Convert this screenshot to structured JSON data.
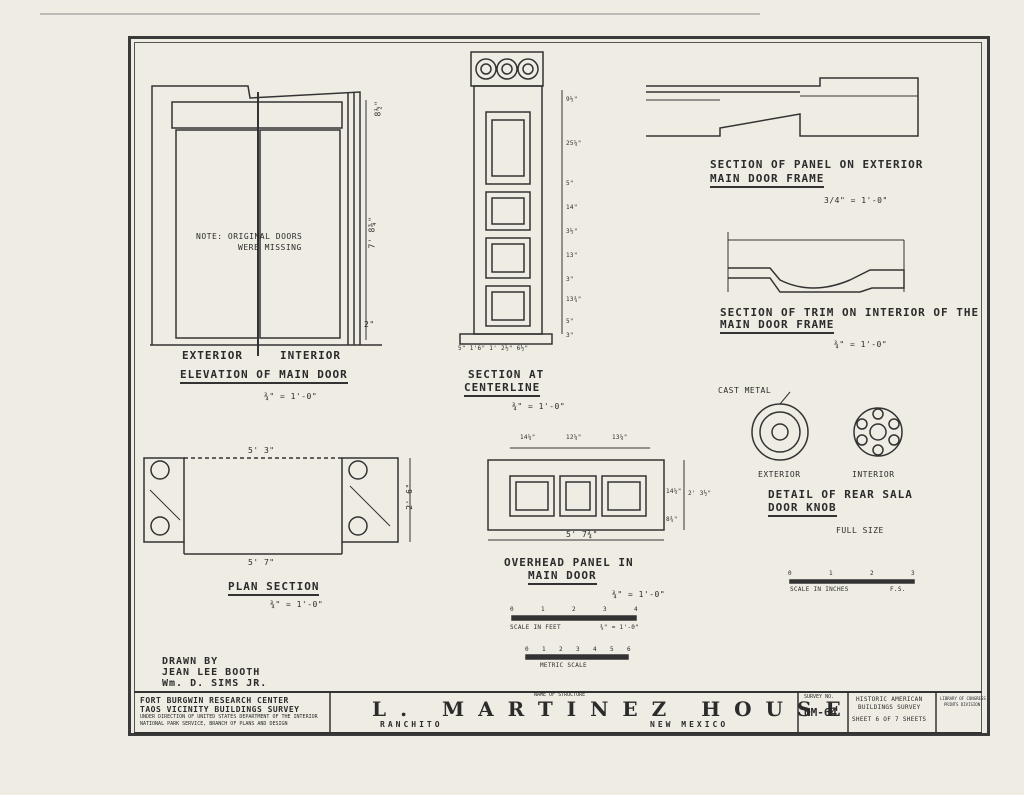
{
  "colors": {
    "paper": "#efece4",
    "ink": "#2a2a2a"
  },
  "elevation": {
    "note_line1": "NOTE: ORIGINAL DOORS",
    "note_line2": "WERE MISSING",
    "exterior": "EXTERIOR",
    "interior": "INTERIOR",
    "title": "ELEVATION OF MAIN DOOR",
    "scale": "¾\" = 1'-0\"",
    "dim_top": "8½\"",
    "dim_side": "7' 8¾\"",
    "dim_bottom": "2\""
  },
  "section": {
    "title_line1": "SECTION AT",
    "title_line2": "CENTERLINE",
    "scale": "¾\" = 1'-0\"",
    "dims_bottom": "5\"  1'6\"  1' 2½\"  6½\"",
    "dims_right": [
      "9½\"",
      "25¼\"",
      "5\"",
      "14\"",
      "3½\"",
      "13\"",
      "3\"",
      "13¾\"",
      "5\"",
      "3\""
    ]
  },
  "panel_section": {
    "title_line1": "SECTION OF PANEL ON EXTERIOR",
    "title_line2": "MAIN DOOR FRAME",
    "scale": "3/4\" = 1'-0\""
  },
  "trim_section": {
    "title_line1": "SECTION OF TRIM ON INTERIOR OF THE",
    "title_line2": "MAIN DOOR FRAME",
    "scale": "¾\" = 1'-0\""
  },
  "knob": {
    "cast_metal": "CAST METAL",
    "exterior": "EXTERIOR",
    "interior": "INTERIOR",
    "title_line1": "DETAIL OF REAR SALA",
    "title_line2": "DOOR KNOB",
    "scale": "FULL SIZE",
    "scale_ticks": [
      "0",
      "1",
      "2",
      "3"
    ],
    "scale_label": "SCALE  IN  INCHES",
    "scale_fs": "F.S."
  },
  "plan": {
    "title": "PLAN SECTION",
    "scale": "¾\" = 1'-0\"",
    "dim_top": "5' 3\"",
    "dim_bottom": "5' 7\"",
    "dim_side": "2' 6\""
  },
  "overhead": {
    "title_line1": "OVERHEAD PANEL IN",
    "title_line2": "MAIN DOOR",
    "scale": "¾\" = 1'-0\"",
    "dims_top": [
      "14¼\"",
      "12¼\"",
      "13¼\""
    ],
    "dim_bottom": "5' 7¾\"",
    "dims_side": [
      "14¼\"",
      "8¾\"",
      "2' 3½\""
    ]
  },
  "scales": {
    "feet_ticks": [
      "0",
      "1",
      "2",
      "3",
      "4"
    ],
    "feet_label": "SCALE  IN  FEET",
    "feet_ratio": "¾\" = 1'-0\"",
    "metric_ticks": [
      "0",
      "1",
      "2",
      "3",
      "4",
      "5",
      "6"
    ],
    "metric_label": "METRIC SCALE"
  },
  "credits": {
    "line1": "DRAWN BY",
    "line2": "JEAN LEE BOOTH",
    "line3": "Wm. D. SIMS JR."
  },
  "titleblock": {
    "org_line1": "FORT BURGWIN RESEARCH CENTER",
    "org_line2": "TAOS VICINITY BUILDINGS SURVEY",
    "org_line3": "UNDER DIRECTION OF UNITED STATES DEPARTMENT OF THE INTERIOR",
    "org_line4": "NATIONAL PARK SERVICE, BRANCH OF PLANS AND DESIGN",
    "name_label": "NAME OF STRUCTURE",
    "structure": "L. MARTINEZ HOUSE",
    "location_left": "RANCHITO",
    "location_right": "NEW MEXICO",
    "survey_label": "SURVEY NO.",
    "survey_no": "NM-64",
    "habs_line1": "HISTORIC AMERICAN",
    "habs_line2": "BUILDINGS SURVEY",
    "sheet": "SHEET 6 OF 7 SHEETS",
    "loc_line1": "LIBRARY OF CONGRESS",
    "loc_line2": "PRINTS DIVISION"
  }
}
